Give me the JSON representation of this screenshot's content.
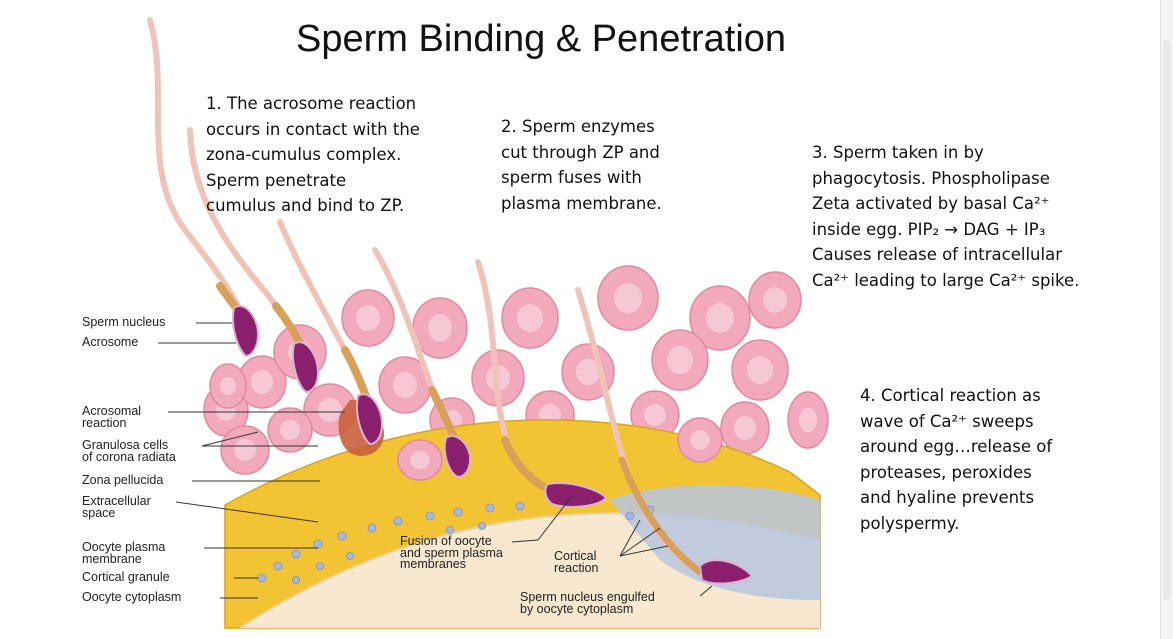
{
  "title": "Sperm Binding & Penetration",
  "steps": [
    {
      "lines": [
        "1. The acrosome reaction",
        "occurs in contact with the",
        "zona-cumulus complex.",
        "Sperm penetrate",
        "cumulus and bind to ZP."
      ]
    },
    {
      "lines": [
        "2. Sperm enzymes",
        "cut through ZP and",
        "sperm fuses with",
        "plasma membrane."
      ]
    },
    {
      "lines": [
        "3. Sperm taken in by",
        "phagocytosis.  Phospholipase",
        "Zeta activated by basal Ca²⁺",
        "inside egg.  PIP₂ → DAG + IP₃",
        "Causes release of intracellular",
        "Ca²⁺ leading to large Ca²⁺ spike."
      ]
    },
    {
      "lines": [
        "4. Cortical reaction as",
        "wave of Ca²⁺ sweeps",
        "around egg…release of",
        "proteases, peroxides",
        "and hyaline prevents",
        "polyspermy."
      ]
    }
  ],
  "labels": {
    "sperm_nucleus": [
      "Sperm nucleus"
    ],
    "acrosome": [
      "Acrosome"
    ],
    "acrosomal_reaction": [
      "Acrosomal",
      "reaction"
    ],
    "granulosa": [
      "Granulosa cells",
      "of corona radiata"
    ],
    "zona": [
      "Zona pellucida"
    ],
    "extracellular": [
      "Extracellular",
      "space"
    ],
    "oocyte_membrane": [
      "Oocyte plasma",
      "membrane"
    ],
    "cortical_granule": [
      "Cortical granule"
    ],
    "oocyte_cytoplasm": [
      "Oocyte cytoplasm"
    ],
    "fusion": [
      "Fusion of oocyte",
      "and sperm plasma",
      "membranes"
    ],
    "cortical_reaction": [
      "Cortical",
      "reaction"
    ],
    "engulfed": [
      "Sperm nucleus engulfed",
      "by oocyte cytoplasm"
    ]
  },
  "colors": {
    "zona": "#f2c433",
    "cytoplasm": "#f8e8cf",
    "cell": "#f1a9bb",
    "cell_center": "#f6c8d3",
    "sperm_tail": "#f0c3b8",
    "midpiece": "#d9a05a",
    "nucleus": "#8a1f6e",
    "acrosomal_blob": "#c9603c",
    "granule": "#a7b8d8",
    "cortical_zone": "#b9c6e0"
  }
}
